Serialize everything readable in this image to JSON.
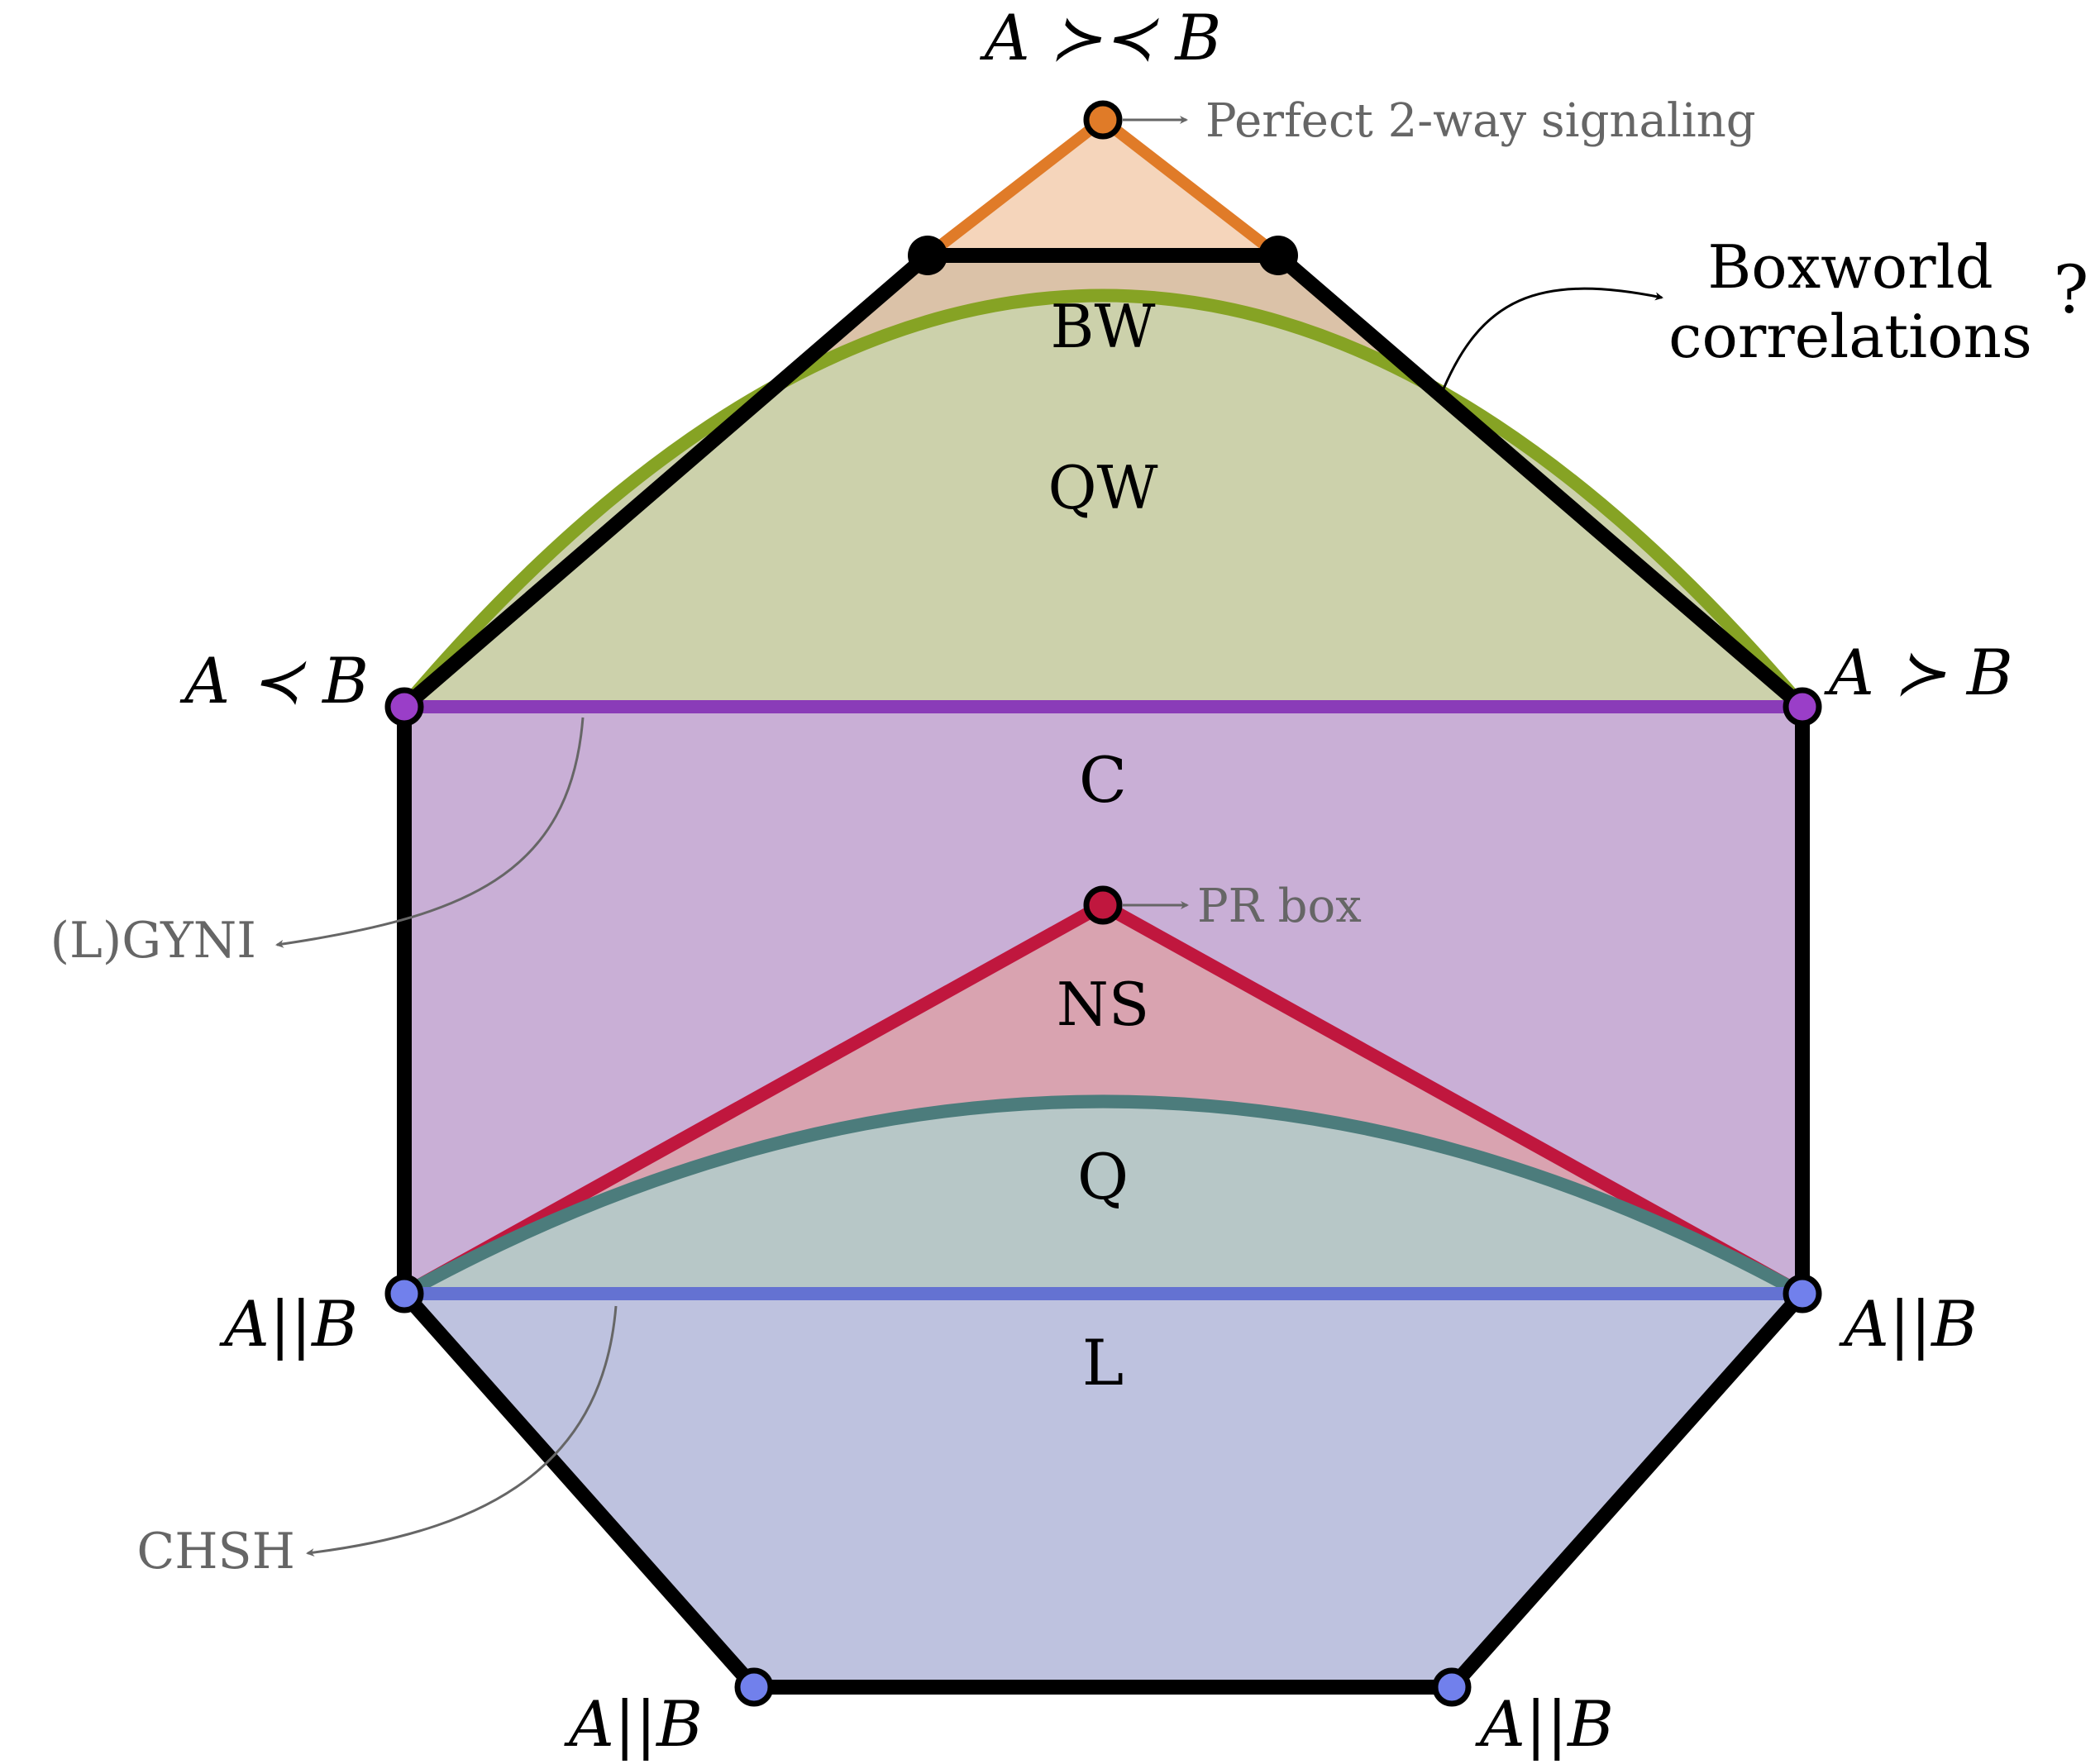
{
  "colors": {
    "outline": "#000000",
    "signaling": "#e07b28",
    "signaling_fill": "#f5d5bb",
    "bw_fill": "#dbc2a8",
    "qw_fill": "#ccd1ab",
    "qw_curve": "#86a324",
    "causal_line": "#8a3cb8",
    "causal_fill": "#c9afd6",
    "ns_line": "#c0173e",
    "ns_fill": "#d9a3b0",
    "q_curve": "#4c7c7c",
    "q_fill": "#b7c7c7",
    "local_line": "#6472d2",
    "local_fill": "#bec2df",
    "vertex_local": "#7180ec",
    "vertex_causal": "#9a3ec8",
    "annotation_gray": "#666666"
  },
  "vertex_labels": {
    "top": "A ≻≺ B",
    "causal_left": "A ≺ B",
    "causal_right": "A ≻ B",
    "local_left": "A||B",
    "local_right": "A||B",
    "bottom_left": "A||B",
    "bottom_right": "A||B"
  },
  "region_labels": {
    "bw": "BW",
    "qw": "QW",
    "c": "C",
    "ns": "NS",
    "q": "Q",
    "l": "L"
  },
  "annotations": {
    "perfect_signaling": "Perfect 2-way signaling",
    "boxworld_line1": "Boxworld",
    "boxworld_line2": "correlations",
    "question_mark": "?",
    "pr_box": "PR box",
    "lgyni": "(L)GYNI",
    "chsh": "CHSH"
  }
}
